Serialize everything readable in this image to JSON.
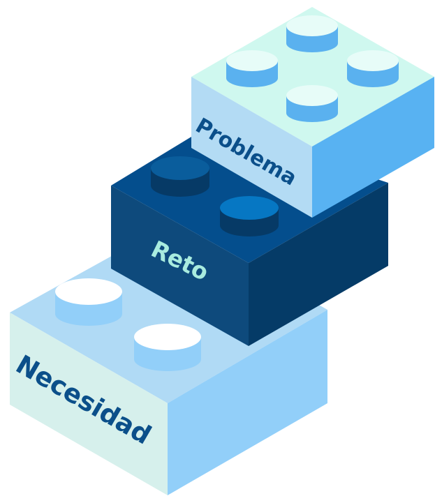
{
  "blocks": [
    {
      "id": "necesidad",
      "label": "Necesidad",
      "label_color": "#0b4f8a",
      "colors": {
        "top": "#b0daf5",
        "front": "#d6f0ec",
        "side": "#92cff9",
        "stud_body": "#92cff9",
        "stud_top": "#ffffff"
      }
    },
    {
      "id": "reto",
      "label": "Reto",
      "label_color": "#a9ecdf",
      "colors": {
        "top": "#044e8d",
        "front": "#0e4a7c",
        "side": "#053b67",
        "stud_body": "#063a66",
        "stud_top": "#0a5d9c",
        "stud_top_alt": "#0677c3"
      }
    },
    {
      "id": "problema",
      "label": "Problema",
      "label_color": "#0b4f8a",
      "colors": {
        "top": "#cff8ef",
        "front": "#b3dbf4",
        "side": "#58b2f2",
        "stud_body": "#5ab1ef",
        "stud_top": "#e7fcf8"
      }
    }
  ]
}
